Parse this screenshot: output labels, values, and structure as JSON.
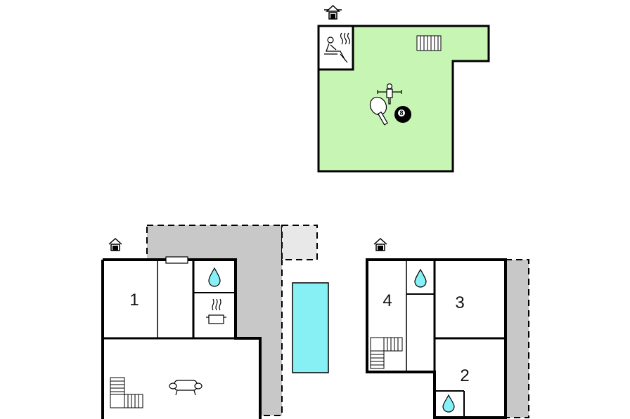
{
  "floor_plan": {
    "colors": {
      "recreation_room": "#c7f5b4",
      "terrace": "#c8c8c8",
      "terrace_light": "#e8e8e8",
      "pool": "#87f0f5",
      "wall": "#000000",
      "background": "#ffffff"
    },
    "levels": [
      {
        "name": "basement",
        "icon": "house-level-down-icon"
      },
      {
        "name": "ground-floor-left",
        "icon": "house-level-icon"
      },
      {
        "name": "ground-floor-right",
        "icon": "house-level-icon"
      }
    ],
    "rooms": [
      {
        "id": "room-1",
        "number": "1"
      },
      {
        "id": "room-2",
        "number": "2"
      },
      {
        "id": "room-3",
        "number": "3"
      },
      {
        "id": "room-4",
        "number": "4"
      }
    ],
    "amenity_icons": [
      "sauna-icon",
      "stairs-icon",
      "table-football-icon",
      "table-tennis-icon",
      "billiard-ball-icon",
      "water-drop-icon",
      "cooking-pot-icon",
      "sofa-icon"
    ],
    "billiard_ball_label": "8"
  }
}
